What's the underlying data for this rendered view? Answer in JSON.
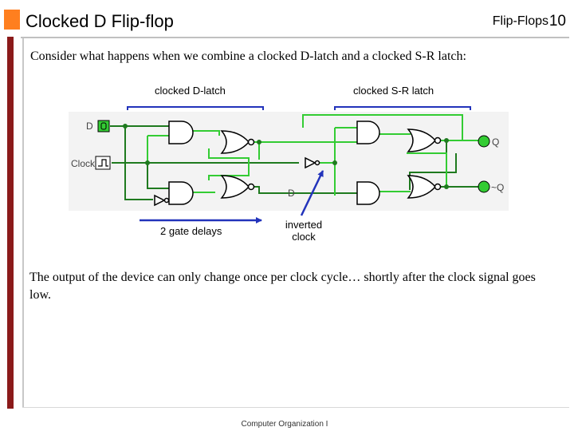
{
  "header": {
    "title": "Clocked D Flip-flop",
    "section": "Flip-Flops",
    "page_number": "10"
  },
  "intro_text": "Consider what happens when we combine a clocked D-latch and a clocked S-R latch:",
  "diagram": {
    "label_d_latch": "clocked D-latch",
    "label_sr_latch": "clocked S-R latch",
    "input_d": "D",
    "input_clock": "Clock",
    "output_q": "Q",
    "output_not_q": "~Q",
    "internal_d": "D",
    "annotation_gate_delays": "2 gate delays",
    "annotation_inverted_line1": "inverted",
    "annotation_inverted_line2": "clock",
    "colors": {
      "active_wire": "#33cc33",
      "inactive_wire": "#1f7a1f",
      "arrow": "#2233bb",
      "panel": "#f3f3f3"
    }
  },
  "outro_text": "The output of the device can only change once per clock cycle… shortly after the clock signal goes low.",
  "footer": "Computer Organization I"
}
